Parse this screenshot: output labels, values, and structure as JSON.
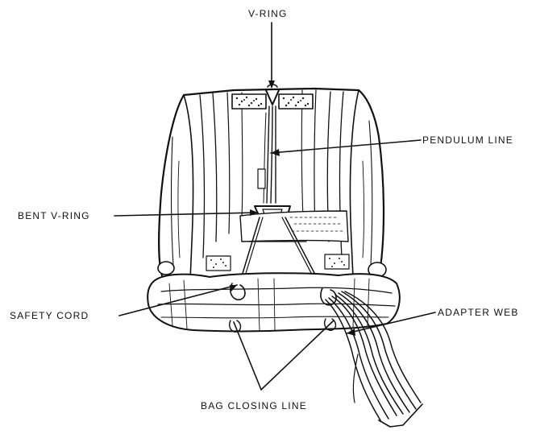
{
  "labels": {
    "v_ring": "V-RING",
    "pendulum_line": "PENDULUM LINE",
    "bent_v_ring": "BENT V-RING",
    "safety_cord": "SAFETY CORD",
    "adapter_web": "ADAPTER WEB",
    "bag_closing_line": "BAG CLOSING LINE"
  },
  "colors": {
    "ink": "#111111",
    "paper": "#ffffff"
  }
}
